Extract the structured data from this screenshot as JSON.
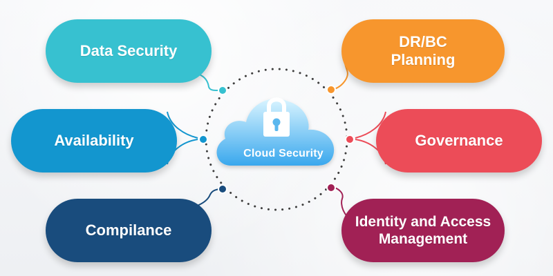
{
  "center": {
    "label": "Cloud Security",
    "icon": "lock-icon"
  },
  "nodes": {
    "data_security": {
      "label": "Data Security",
      "color": "#37c1d0"
    },
    "dr_bc": {
      "label_line1": "DR/BC",
      "label_line2": "Planning",
      "color": "#f7962d"
    },
    "availability": {
      "label": "Availability",
      "color": "#1396cf"
    },
    "governance": {
      "label": "Governance",
      "color": "#ec4c58"
    },
    "compilance": {
      "label": "Compilance",
      "color": "#194c7d"
    },
    "iam": {
      "label_line1": "Identity and Access",
      "label_line2": "Management",
      "color": "#a12155"
    }
  },
  "colors": {
    "cloud_light": "#c8ecff",
    "cloud_dark": "#38a5ea",
    "dots": "#3e3e3e"
  }
}
